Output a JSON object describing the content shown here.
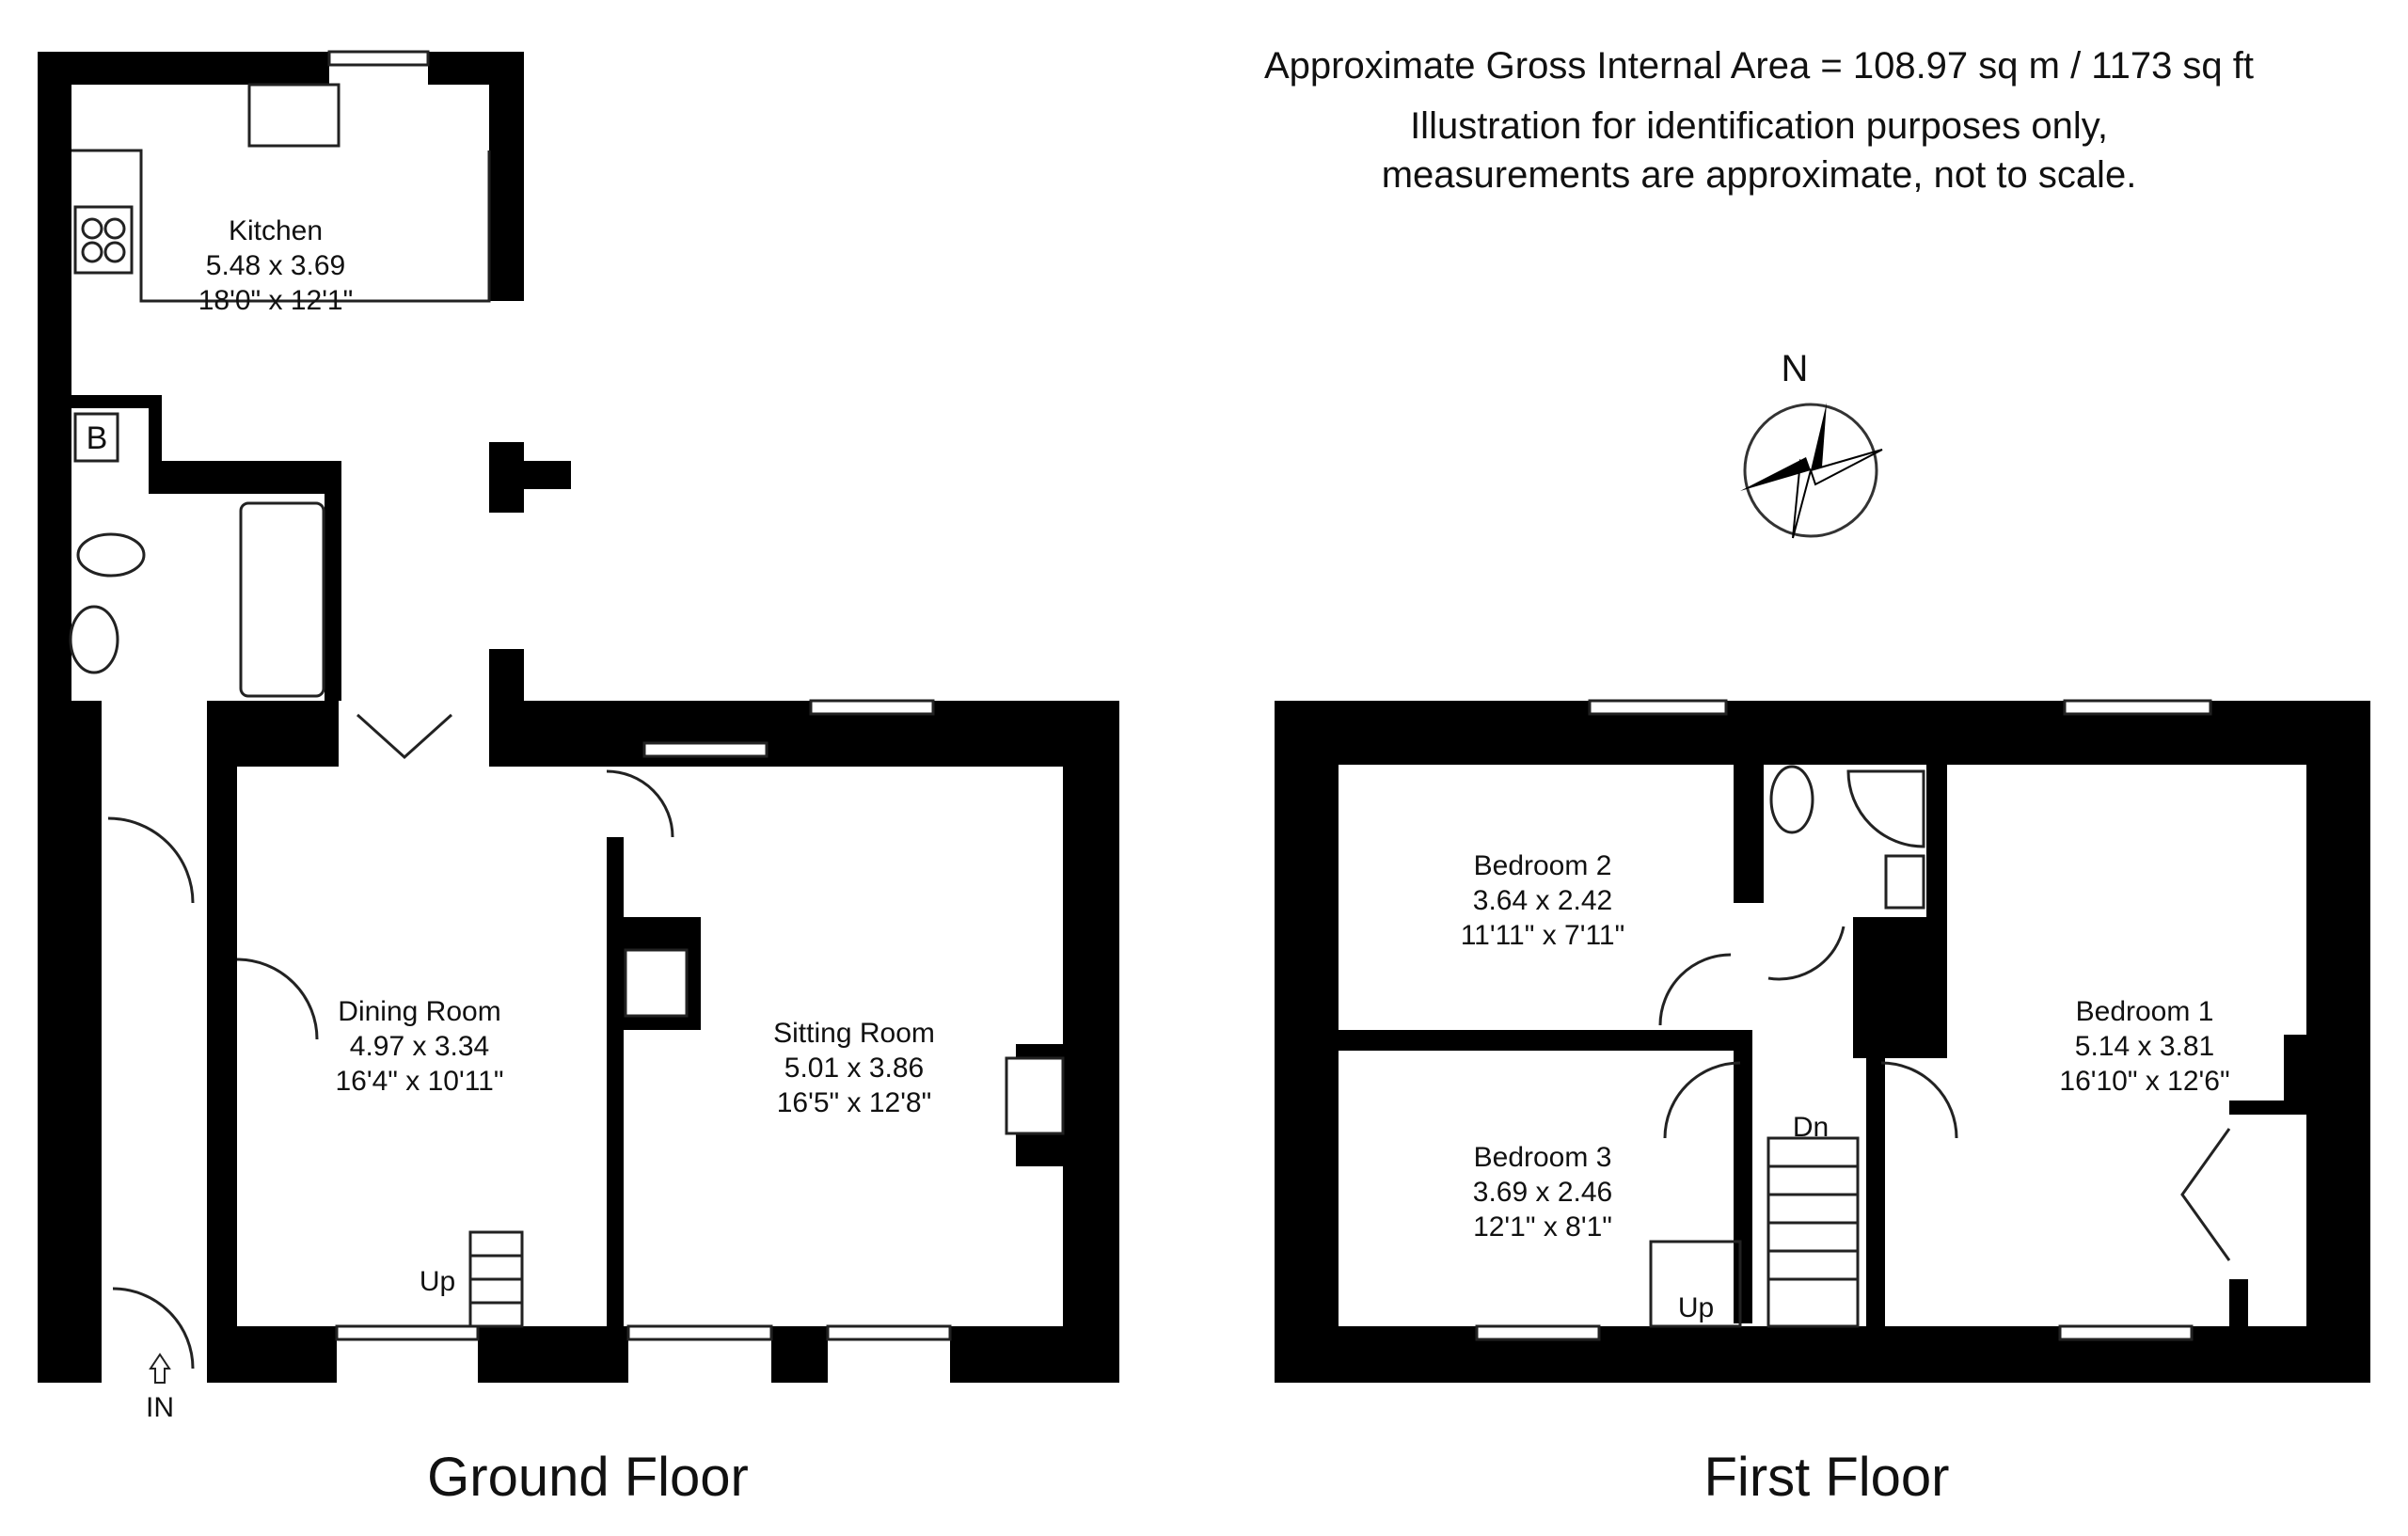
{
  "header": {
    "area": "Approximate Gross Internal Area = 108.97 sq m / 1173 sq ft",
    "disclaimer_1": "Illustration for identification purposes only,",
    "disclaimer_2": "measurements are approximate, not to scale."
  },
  "compass": {
    "label": "N"
  },
  "ground_floor": {
    "title": "Ground Floor",
    "entrance": "IN",
    "stairs": "Up",
    "boiler": "B",
    "rooms": [
      {
        "name": "Kitchen",
        "metric": "5.48 x 3.69",
        "imperial": "18'0\" x 12'1\""
      },
      {
        "name": "Dining Room",
        "metric": "4.97 x 3.34",
        "imperial": "16'4\" x 10'11\""
      },
      {
        "name": "Sitting Room",
        "metric": "5.01 x 3.86",
        "imperial": "16'5\" x 12'8\""
      }
    ]
  },
  "first_floor": {
    "title": "First Floor",
    "stairs_down": "Dn",
    "stairs_up": "Up",
    "rooms": [
      {
        "name": "Bedroom 2",
        "metric": "3.64 x 2.42",
        "imperial": "11'11\" x 7'11\""
      },
      {
        "name": "Bedroom 1",
        "metric": "5.14 x 3.81",
        "imperial": "16'10\" x 12'6\""
      },
      {
        "name": "Bedroom 3",
        "metric": "3.69 x 2.46",
        "imperial": "12'1\" x 8'1\""
      }
    ]
  }
}
